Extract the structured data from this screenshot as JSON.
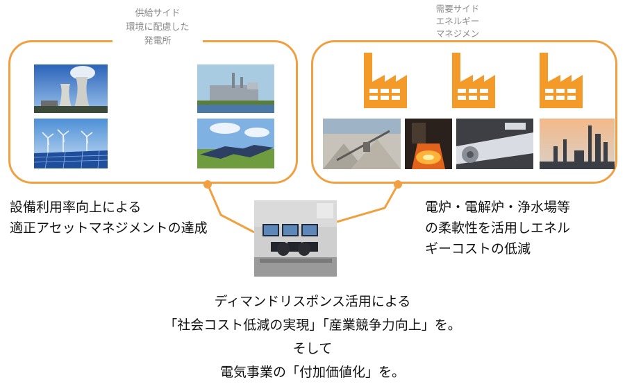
{
  "supply": {
    "title": "供給サイド\n環境に配慮した\n発電所"
  },
  "demand": {
    "title": "需要サイド\nエネルギー\nマネジメン"
  },
  "icons": {
    "factory": "factory-icon",
    "accent_color": "#f0a040"
  },
  "left_caption": {
    "line1": "設備利用率向上による",
    "line2": "適正アセットマネジメントの達成"
  },
  "right_caption": {
    "line1": "電炉・電解炉・浄水場等",
    "line2": "の柔軟性を活用しエネル",
    "line3": "ギーコストの低減"
  },
  "conclusion": {
    "line1": "ディマンドリスポンス活用による",
    "line2": "「社会コスト低減の実現」「産業競争力向上」を。",
    "line3": "そして",
    "line4": "電気事業の「付加価値化」を。"
  }
}
